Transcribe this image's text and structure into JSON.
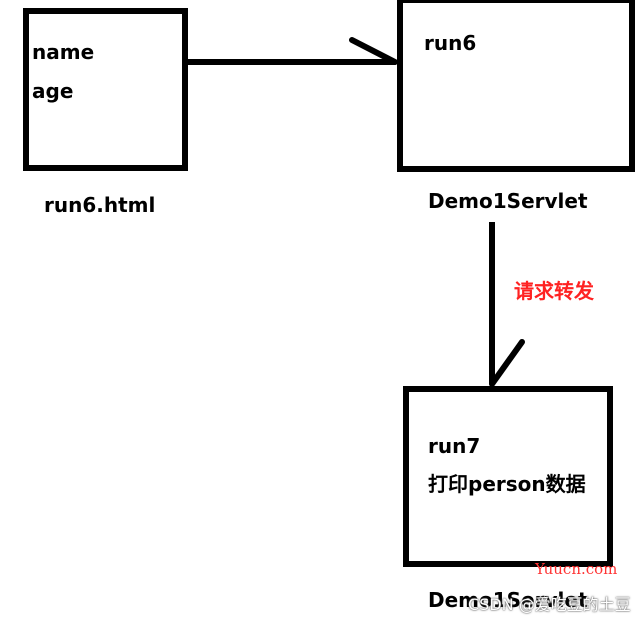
{
  "colors": {
    "stroke": "#000000",
    "annotation": "#ff2222",
    "watermark_site": "#ff3333"
  },
  "boxes": {
    "form": {
      "lines": [
        "name",
        "age"
      ],
      "caption": "run6.html"
    },
    "servlet1": {
      "lines": [
        "run6"
      ],
      "caption": "Demo1Servlet"
    },
    "servlet2": {
      "lines": [
        "run7",
        "打印person数据"
      ],
      "caption": "Demo1Servlet"
    }
  },
  "arrows": {
    "forward_label": "请求转发"
  },
  "watermarks": {
    "site": "Yuucn.com",
    "csdn": "CSDN @爱吃豆的土豆"
  }
}
